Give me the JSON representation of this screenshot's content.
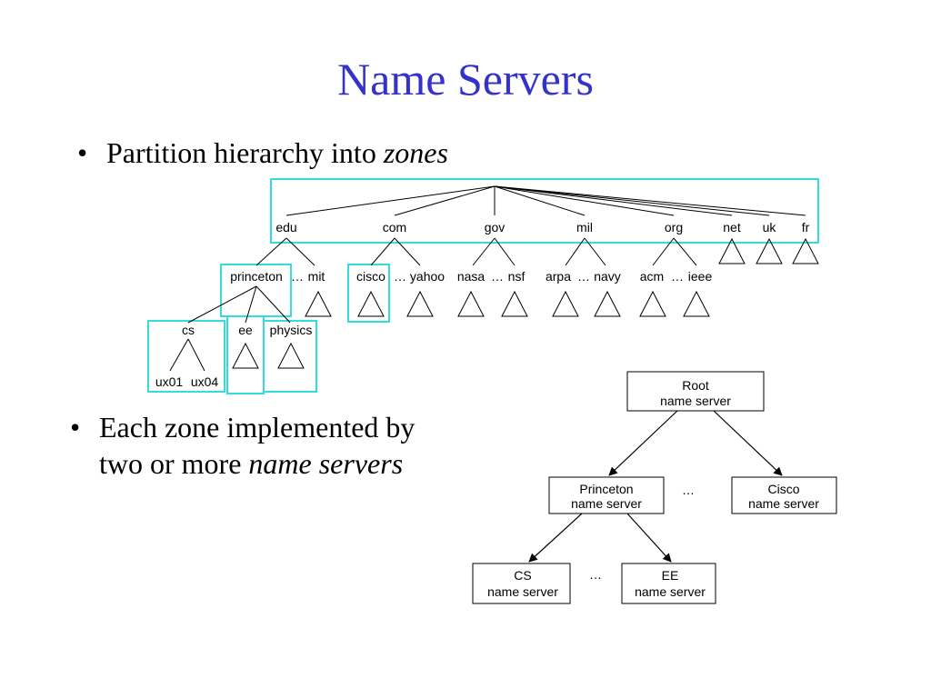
{
  "slide": {
    "title": "Name Servers",
    "bullets": [
      {
        "symbol": "•",
        "text": "Partition hierarchy into ",
        "emphasis": "zones"
      },
      {
        "symbol": "•",
        "line1": "Each zone implemented by",
        "line2_text": "two or more ",
        "line2_emphasis": "name servers"
      }
    ]
  },
  "tree": {
    "tld": [
      "edu",
      "com",
      "gov",
      "mil",
      "org",
      "net",
      "uk",
      "fr"
    ],
    "second_level": [
      "princeton",
      "mit",
      "cisco",
      "yahoo",
      "nasa",
      "nsf",
      "arpa",
      "navy",
      "acm",
      "ieee"
    ],
    "ellipsis": "…",
    "third_level": [
      "cs",
      "ee",
      "physics"
    ],
    "hosts": [
      "ux01",
      "ux04"
    ],
    "zone_color": "#33dddd"
  },
  "servers": {
    "root": {
      "line1": "Root",
      "line2": "name server"
    },
    "princeton": {
      "line1": "Princeton",
      "line2": "name server"
    },
    "cisco": {
      "line1": "Cisco",
      "line2": "name server"
    },
    "cs": {
      "line1": "CS",
      "line2": "name server"
    },
    "ee": {
      "line1": "EE",
      "line2": "name server"
    },
    "ellipsis": "…"
  }
}
